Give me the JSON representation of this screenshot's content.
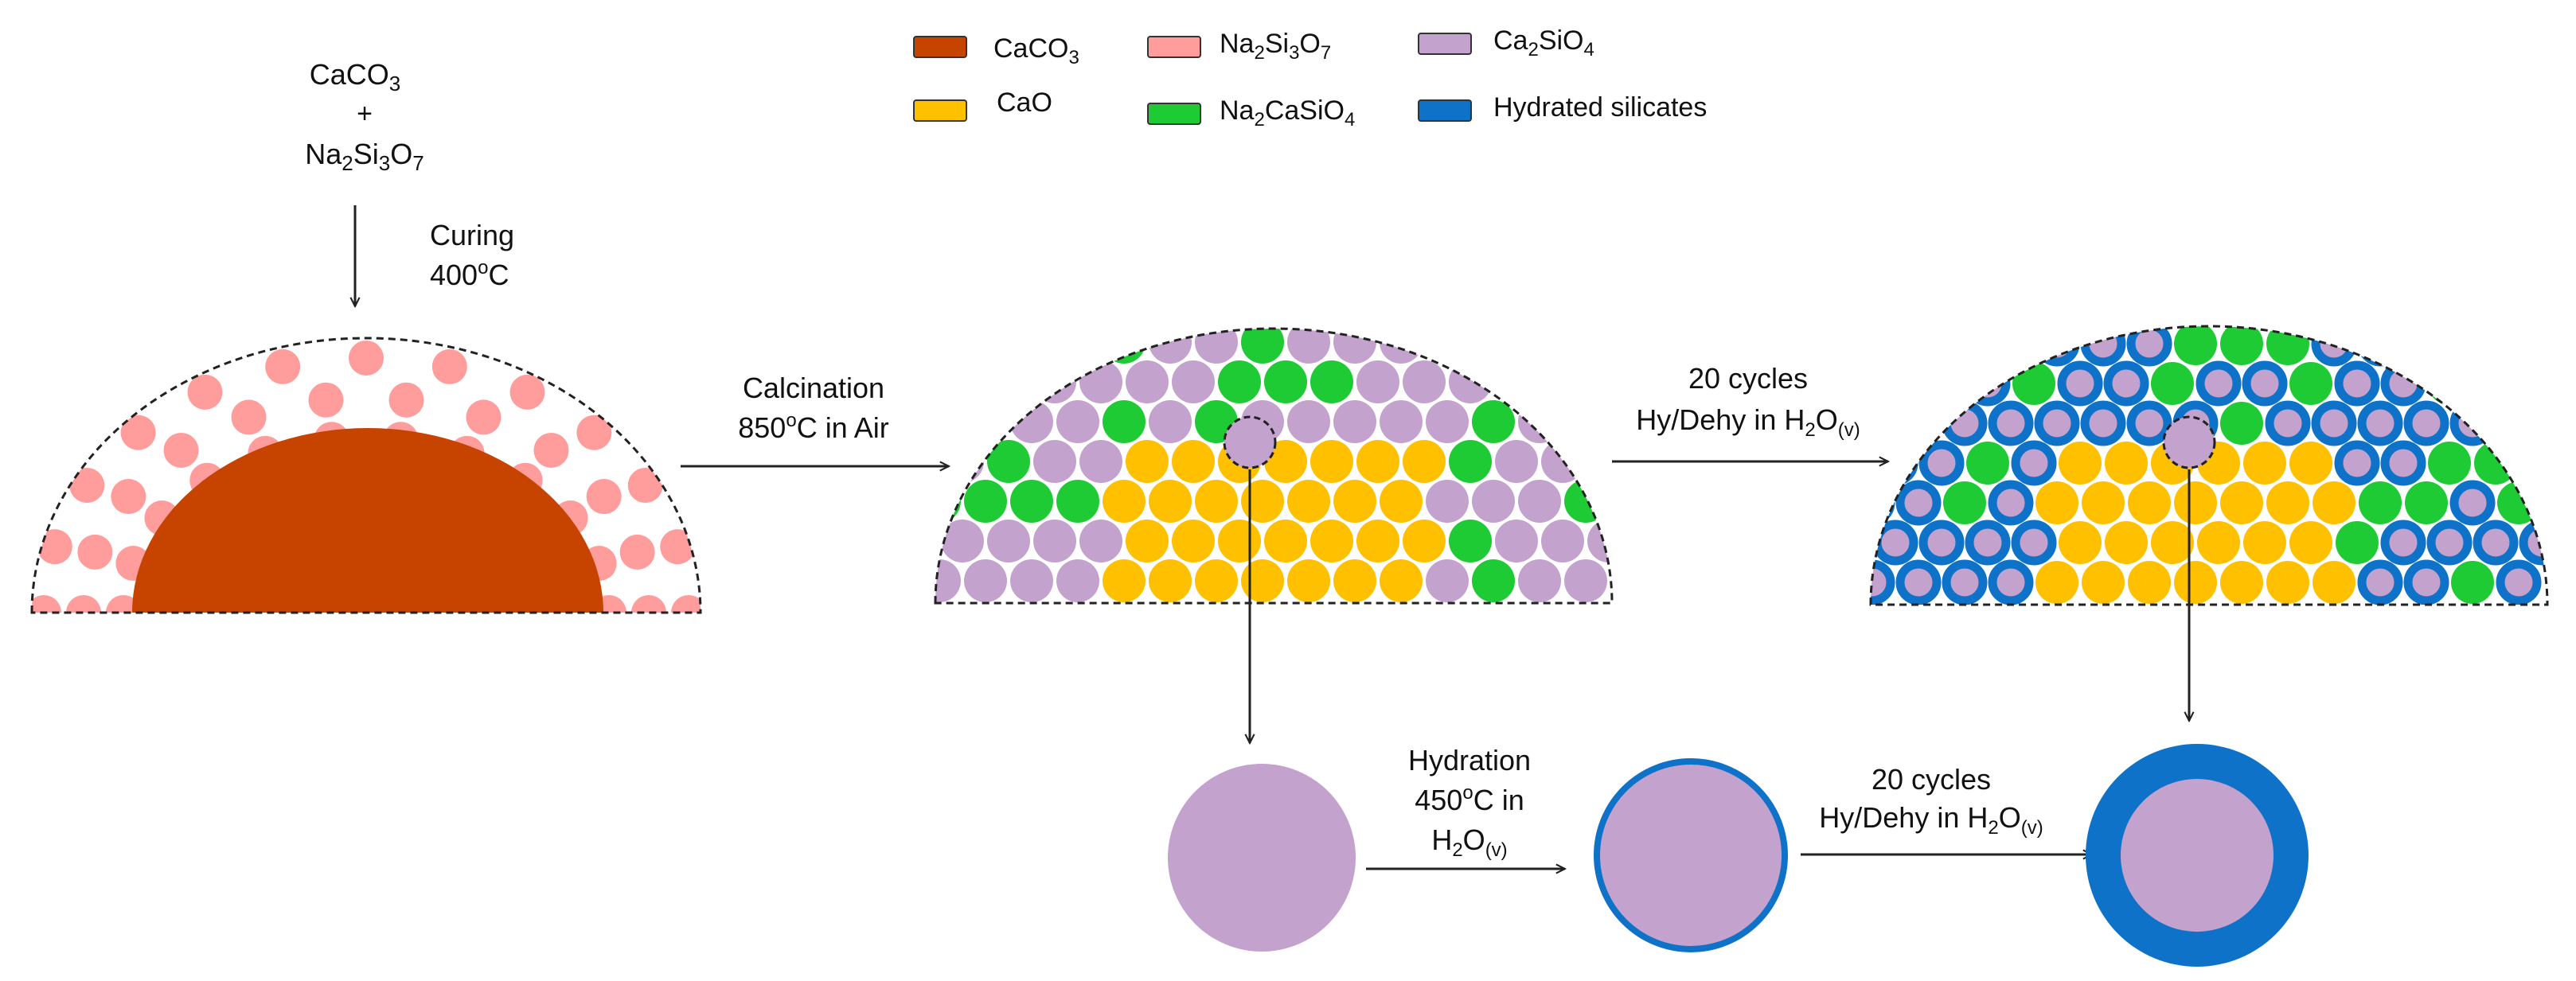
{
  "colors": {
    "CaCO3": "#c74300",
    "Na2Si3O7": "#ff9c9c",
    "Ca2SiO4": "#c3a2cd",
    "CaO": "#ffc000",
    "Na2CaSiO4": "#1fcb35",
    "Hydrated": "#0d72c8",
    "HydratedEdge": "#2c6fb6",
    "stroke": "#222222"
  },
  "legend": [
    {
      "key": "CaCO3",
      "base": "CaCO",
      "sub": "3",
      "tail": "",
      "color": "#c74300"
    },
    {
      "key": "CaO",
      "base": "CaO",
      "sub": "",
      "tail": "",
      "color": "#ffc000"
    },
    {
      "key": "Na2Si3O7",
      "parts": [
        [
          "Na",
          ""
        ],
        [
          "2",
          "sub"
        ],
        [
          "Si",
          ""
        ],
        [
          "3",
          "sub"
        ],
        [
          "O",
          ""
        ],
        [
          "7",
          "sub"
        ]
      ],
      "color": "#ff9c9c"
    },
    {
      "key": "Na2CaSiO4",
      "parts": [
        [
          "Na",
          ""
        ],
        [
          "2",
          "sub"
        ],
        [
          "CaSiO",
          ""
        ],
        [
          "4",
          "sub"
        ]
      ],
      "color": "#1fcb35"
    },
    {
      "key": "Ca2SiO4",
      "parts": [
        [
          "Ca",
          ""
        ],
        [
          "2",
          "sub"
        ],
        [
          "SiO",
          ""
        ],
        [
          "4",
          "sub"
        ]
      ],
      "color": "#c3a2cd"
    },
    {
      "key": "Hydrated",
      "text": "Hydrated silicates",
      "color": "#0d72c8"
    }
  ],
  "labels": {
    "reactant1_base": "CaCO",
    "reactant1_sub": "3",
    "plus": "+",
    "reactant2": "Na2Si3O7",
    "curing_line1": "Curing",
    "curing_line2_num": "400",
    "curing_line2_sup": "o",
    "curing_line2_unit": "C",
    "calcination_line1": "Calcination",
    "calcination_num": "850",
    "calcination_sup": "o",
    "calcination_rest": "C in Air",
    "cycles_line1": "20 cycles",
    "cycles_line2": "Hy/Dehy in H",
    "cycles_sub2": "2",
    "cycles_O": "O",
    "cycles_subv": "(v)",
    "hydration_line1": "Hydration",
    "hydration_num": "450",
    "hydration_sup": "o",
    "hydration_rest": "C in",
    "hydration_line3": "H",
    "hydration_sub2": "2",
    "hydration_O": "O",
    "hydration_subv": "(v)",
    "cycles2_line1": "20 cycles",
    "cycles2_line2": "Hy/Dehy in H",
    "cycles2_sub2": "2",
    "cycles2_O": "O",
    "cycles2_subv": "(v)"
  }
}
